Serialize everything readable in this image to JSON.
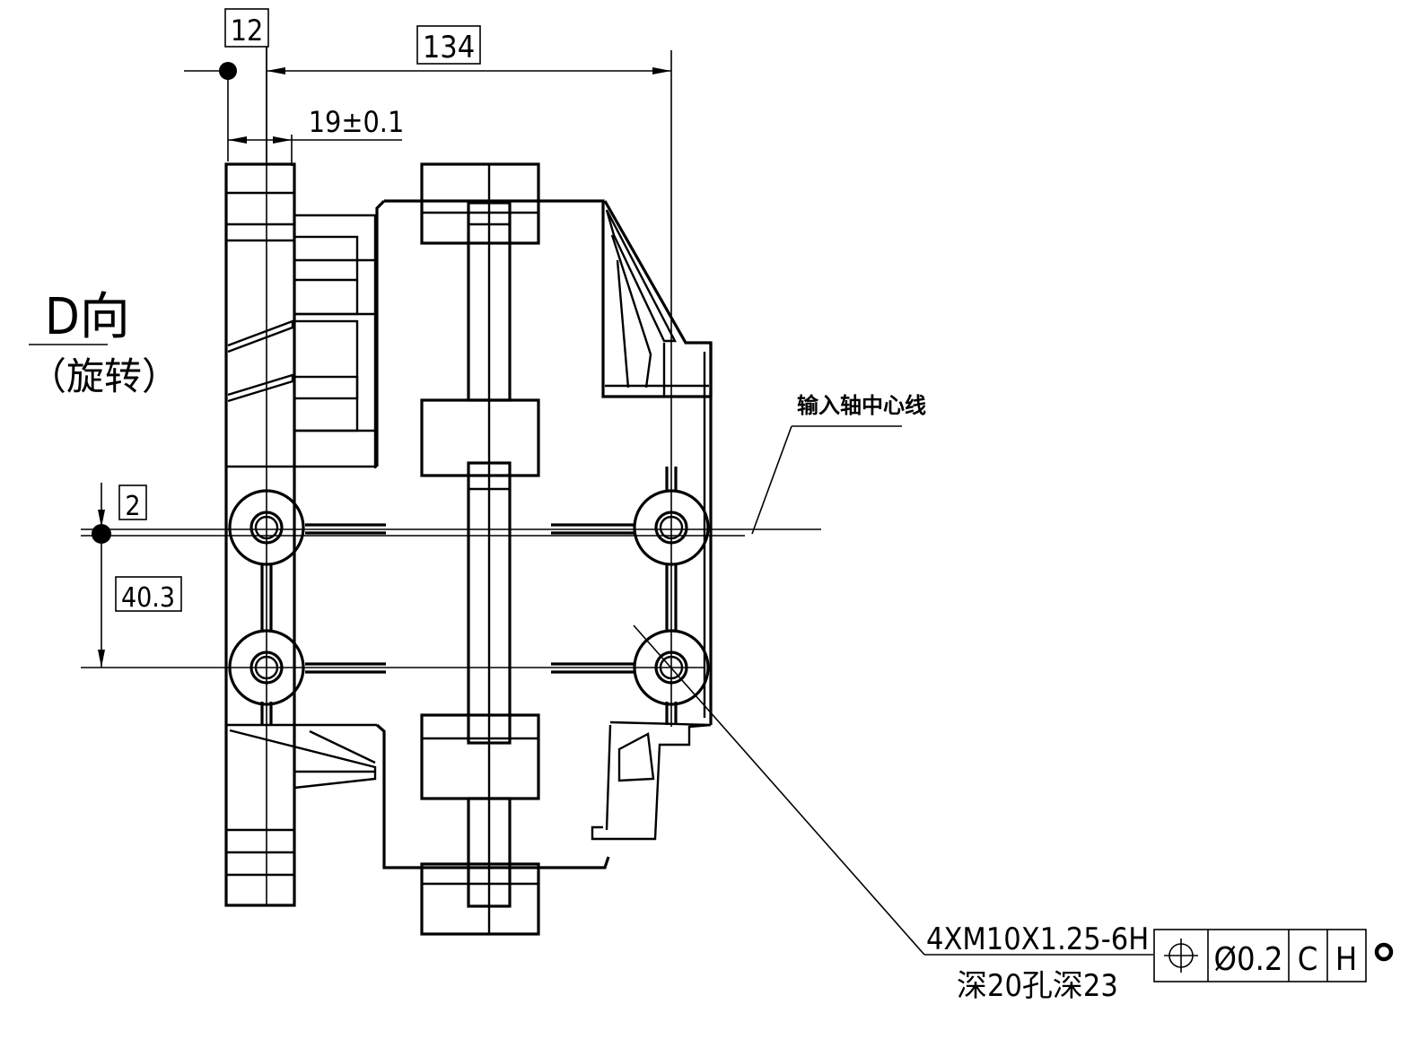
{
  "dimensions": {
    "box_12": "12",
    "overall_134": "134",
    "flange_19": "19±0.1",
    "box_2": "2",
    "box_40_3": "40.3"
  },
  "view_label": {
    "title": "D向",
    "subtitle": "（旋转）"
  },
  "notes": {
    "input_shaft_centerline": "输入轴中心线",
    "thread_spec": "4XM10X1.25-6H",
    "thread_depth": "深20孔深23"
  },
  "tolerance_frame": {
    "symbol": "⌖",
    "value": "Ø0.2",
    "datum_1": "C",
    "datum_2": "H"
  }
}
